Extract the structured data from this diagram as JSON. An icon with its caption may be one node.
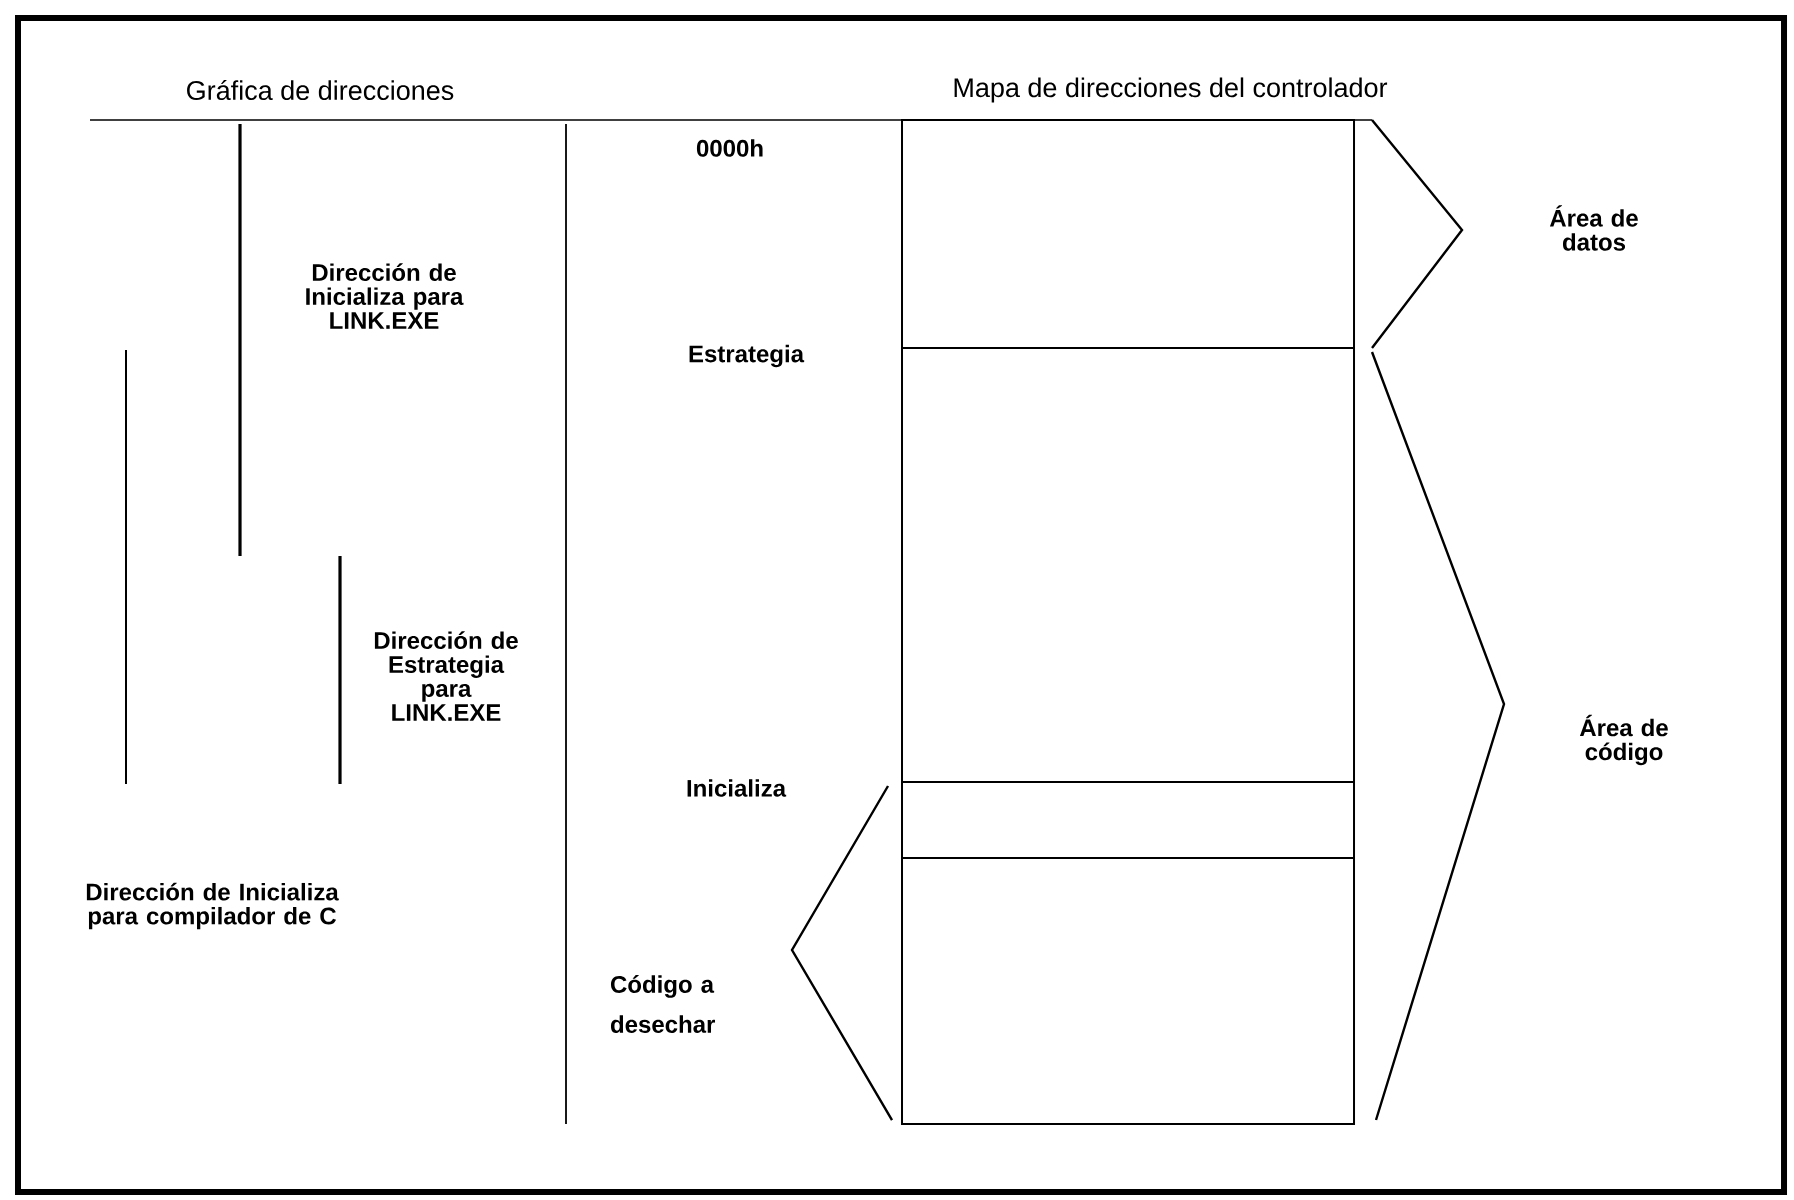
{
  "diagram": {
    "labels": [
      "Gráfica de direcciones",
      "Mapa de direcciones del controlador",
      "0000h",
      "Área de datos",
      "Dirección de Inicializa para LINK.EXE",
      "Estrategia",
      "Dirección de Estrategia para LINK.EXE",
      "Área de código",
      "Inicializa",
      "Dirección de Inicializa para compilador de C",
      "Código a desechar"
    ]
  }
}
